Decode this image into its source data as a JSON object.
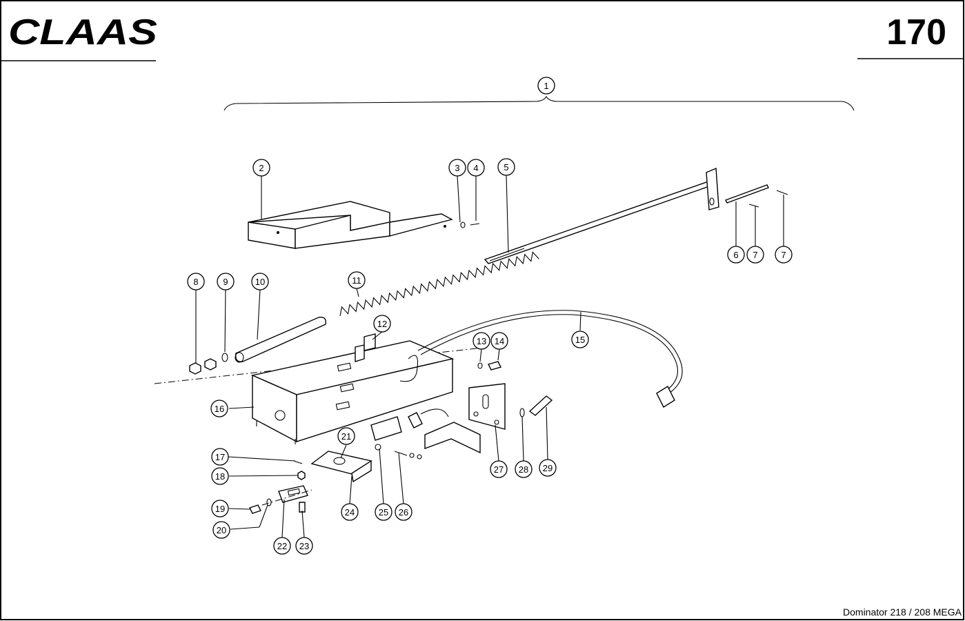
{
  "header": {
    "brand": "CLAAS",
    "page_number": "170"
  },
  "footer": {
    "model": "Dominator 218 / 208 MEGA"
  },
  "callouts": [
    "1",
    "2",
    "3",
    "4",
    "5",
    "6",
    "7",
    "7",
    "8",
    "9",
    "10",
    "11",
    "12",
    "13",
    "14",
    "15",
    "16",
    "17",
    "18",
    "19",
    "20",
    "21",
    "22",
    "23",
    "24",
    "25",
    "26",
    "27",
    "28",
    "29"
  ]
}
